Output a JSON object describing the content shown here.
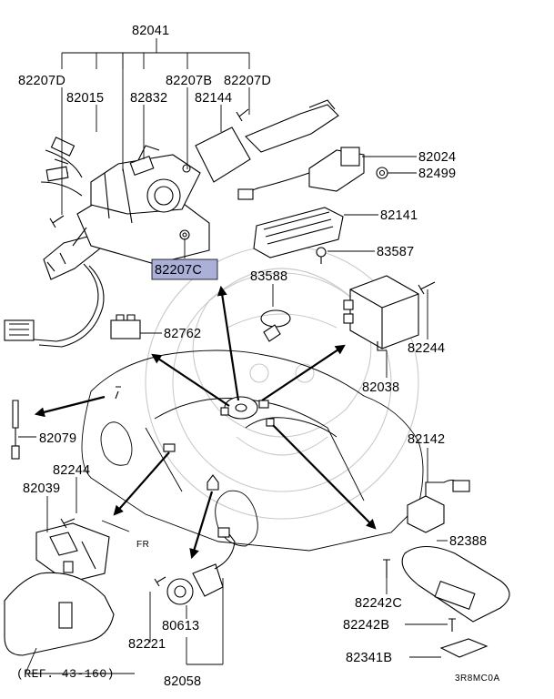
{
  "diagram": {
    "labels": {
      "p82041": "82041",
      "p82207D_left": "82207D",
      "p82015": "82015",
      "p82832": "82832",
      "p82207B": "82207B",
      "p82144": "82144",
      "p82207D_right": "82207D",
      "p82024": "82024",
      "p82499": "82499",
      "p82141": "82141",
      "p82207C": "82207C",
      "p83587": "83587",
      "p83588": "83588",
      "p82762": "82762",
      "p82244_right": "82244",
      "p82038": "82038",
      "p82079": "82079",
      "p82142": "82142",
      "p82244_left": "82244",
      "p82039": "82039",
      "p82388": "82388",
      "p82242C": "82242C",
      "p82242B": "82242B",
      "p80613": "80613",
      "p82221": "82221",
      "p82058": "82058",
      "p82341B": "82341B",
      "fr": "FR",
      "ref": "(REF. 43-160)",
      "code": "3R8MC0A"
    },
    "highlight_color": "#aab0d8"
  }
}
